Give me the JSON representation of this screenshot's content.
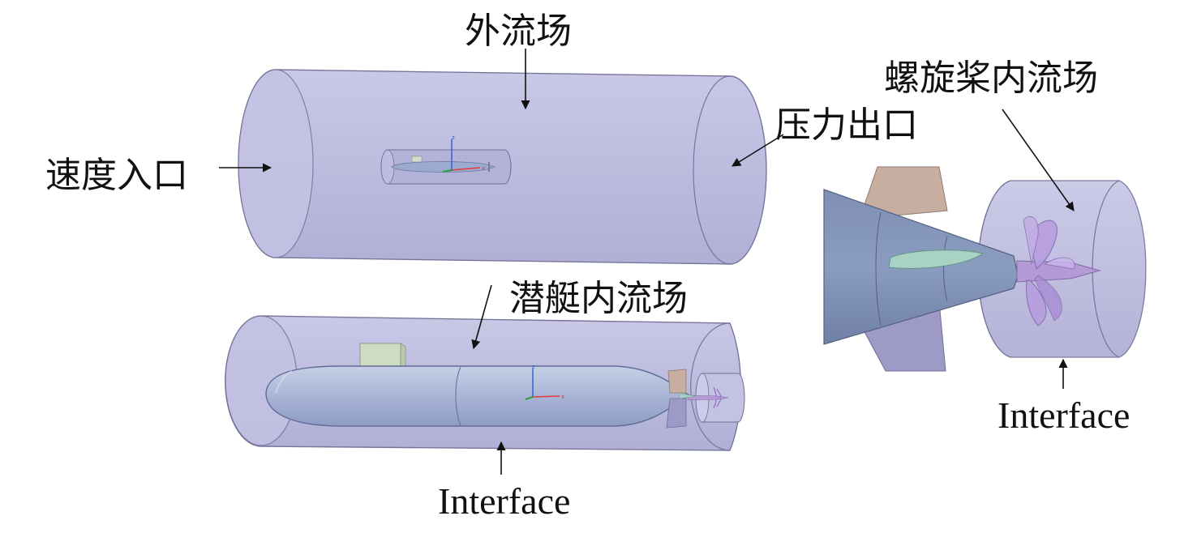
{
  "labels": {
    "outer_field": "外流场",
    "velocity_inlet": "速度入口",
    "pressure_outlet": "压力出口",
    "submarine_inner_field": "潜艇内流场",
    "propeller_inner_field": "螺旋桨内流场",
    "interface_bottom": "Interface",
    "interface_right": "Interface"
  },
  "axes": {
    "x": "x",
    "z": "z"
  },
  "colors": {
    "domain_fill": "#b9b8dc",
    "domain_edge": "#6f6d94",
    "hull": "#a7b3d3",
    "sail": "#cfdcc4",
    "blade_tan": "#c8aea0",
    "blade_purple": "#9d9ac8",
    "propeller": "#b49bd6",
    "fin_green": "#a8d2c3",
    "axis_x": "#e53935",
    "axis_y": "#2e9c3b",
    "axis_z": "#2a5bd7"
  }
}
